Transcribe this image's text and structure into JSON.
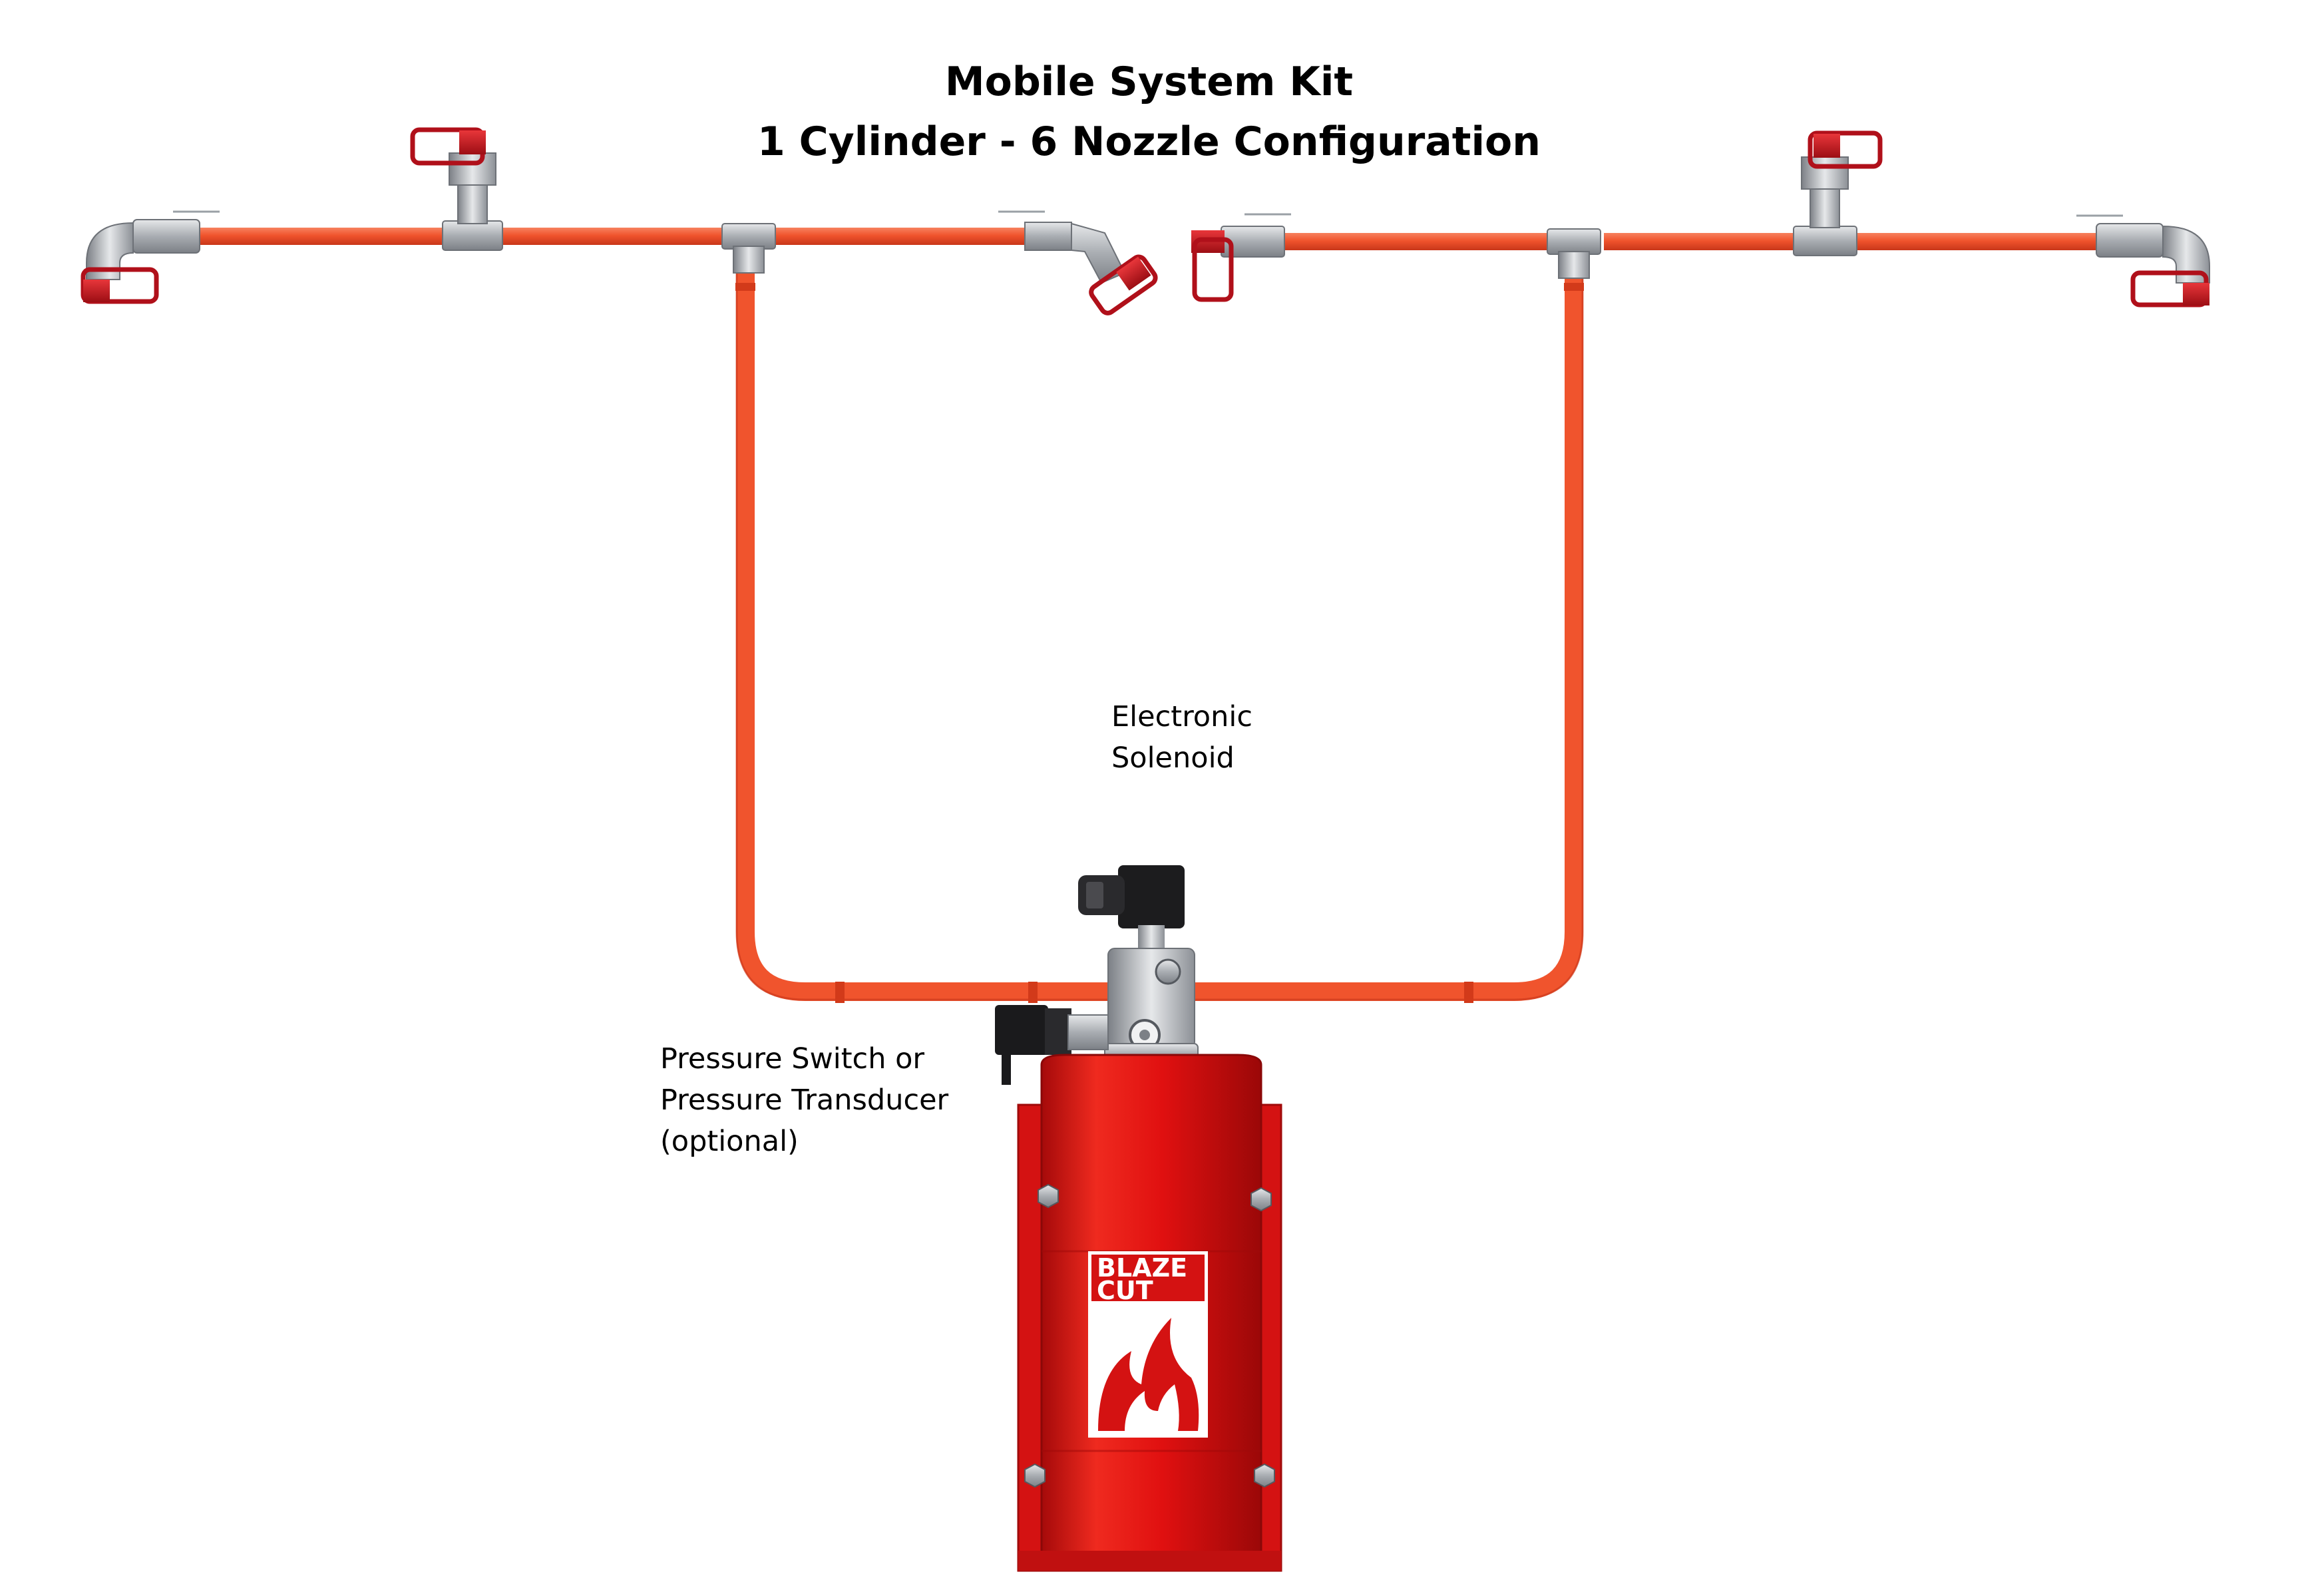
{
  "title": {
    "line1": "Mobile System Kit",
    "line2": "1 Cylinder - 6 Nozzle Configuration"
  },
  "labels": {
    "solenoid": [
      "Electronic",
      "Solenoid"
    ],
    "pressure": [
      "Pressure Switch or",
      "Pressure Transducer",
      "(optional)"
    ]
  },
  "brand": {
    "logo_text": [
      "BLAZE",
      "CUT"
    ]
  },
  "colors": {
    "tube": "#f0542d",
    "tube_edge": "#c8371a",
    "cylinder_red": "#e01010",
    "nozzle_red": "#c0121a",
    "fitting_gray": "#b8bcc2"
  },
  "components": {
    "nozzles": 6,
    "cylinders": 1
  }
}
